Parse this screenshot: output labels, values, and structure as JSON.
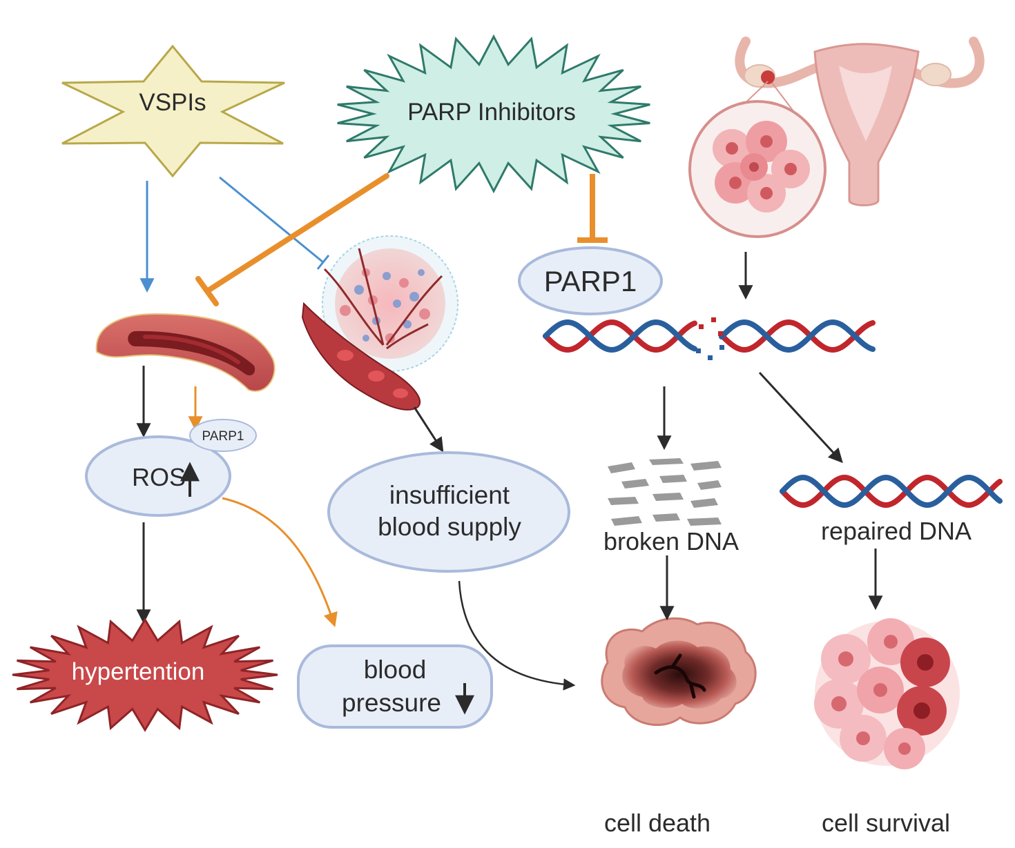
{
  "labels": {
    "vspis": "VSPIs",
    "parp_inhibitors": "PARP Inhibitors",
    "parp1_main": "PARP1",
    "parp1_small": "PARP1",
    "ros": "ROS",
    "insufficient_line1": "insufficient",
    "insufficient_line2": "blood supply",
    "hypertension": "hypertention",
    "blood_pressure_line1": "blood",
    "blood_pressure_line2": "pressure",
    "broken_dna": "broken DNA",
    "repaired_dna": "repaired DNA",
    "cell_death": "cell death",
    "cell_survival": "cell survival"
  },
  "colors": {
    "vspis_fill": "#f5f0c8",
    "vspis_stroke": "#b8a84a",
    "parpi_fill": "#cfeee6",
    "parpi_stroke": "#2f7a6a",
    "bubble_fill": "#e8eef8",
    "bubble_stroke": "#a9badb",
    "hyper_fill": "#c9484a",
    "hyper_stroke": "#8e2427",
    "arrow_dark": "#2b2b2b",
    "arrow_blue": "#4a8fd0",
    "arrow_orange": "#e88f2c",
    "dna_red": "#c0262c",
    "dna_blue": "#2a5f9e"
  }
}
